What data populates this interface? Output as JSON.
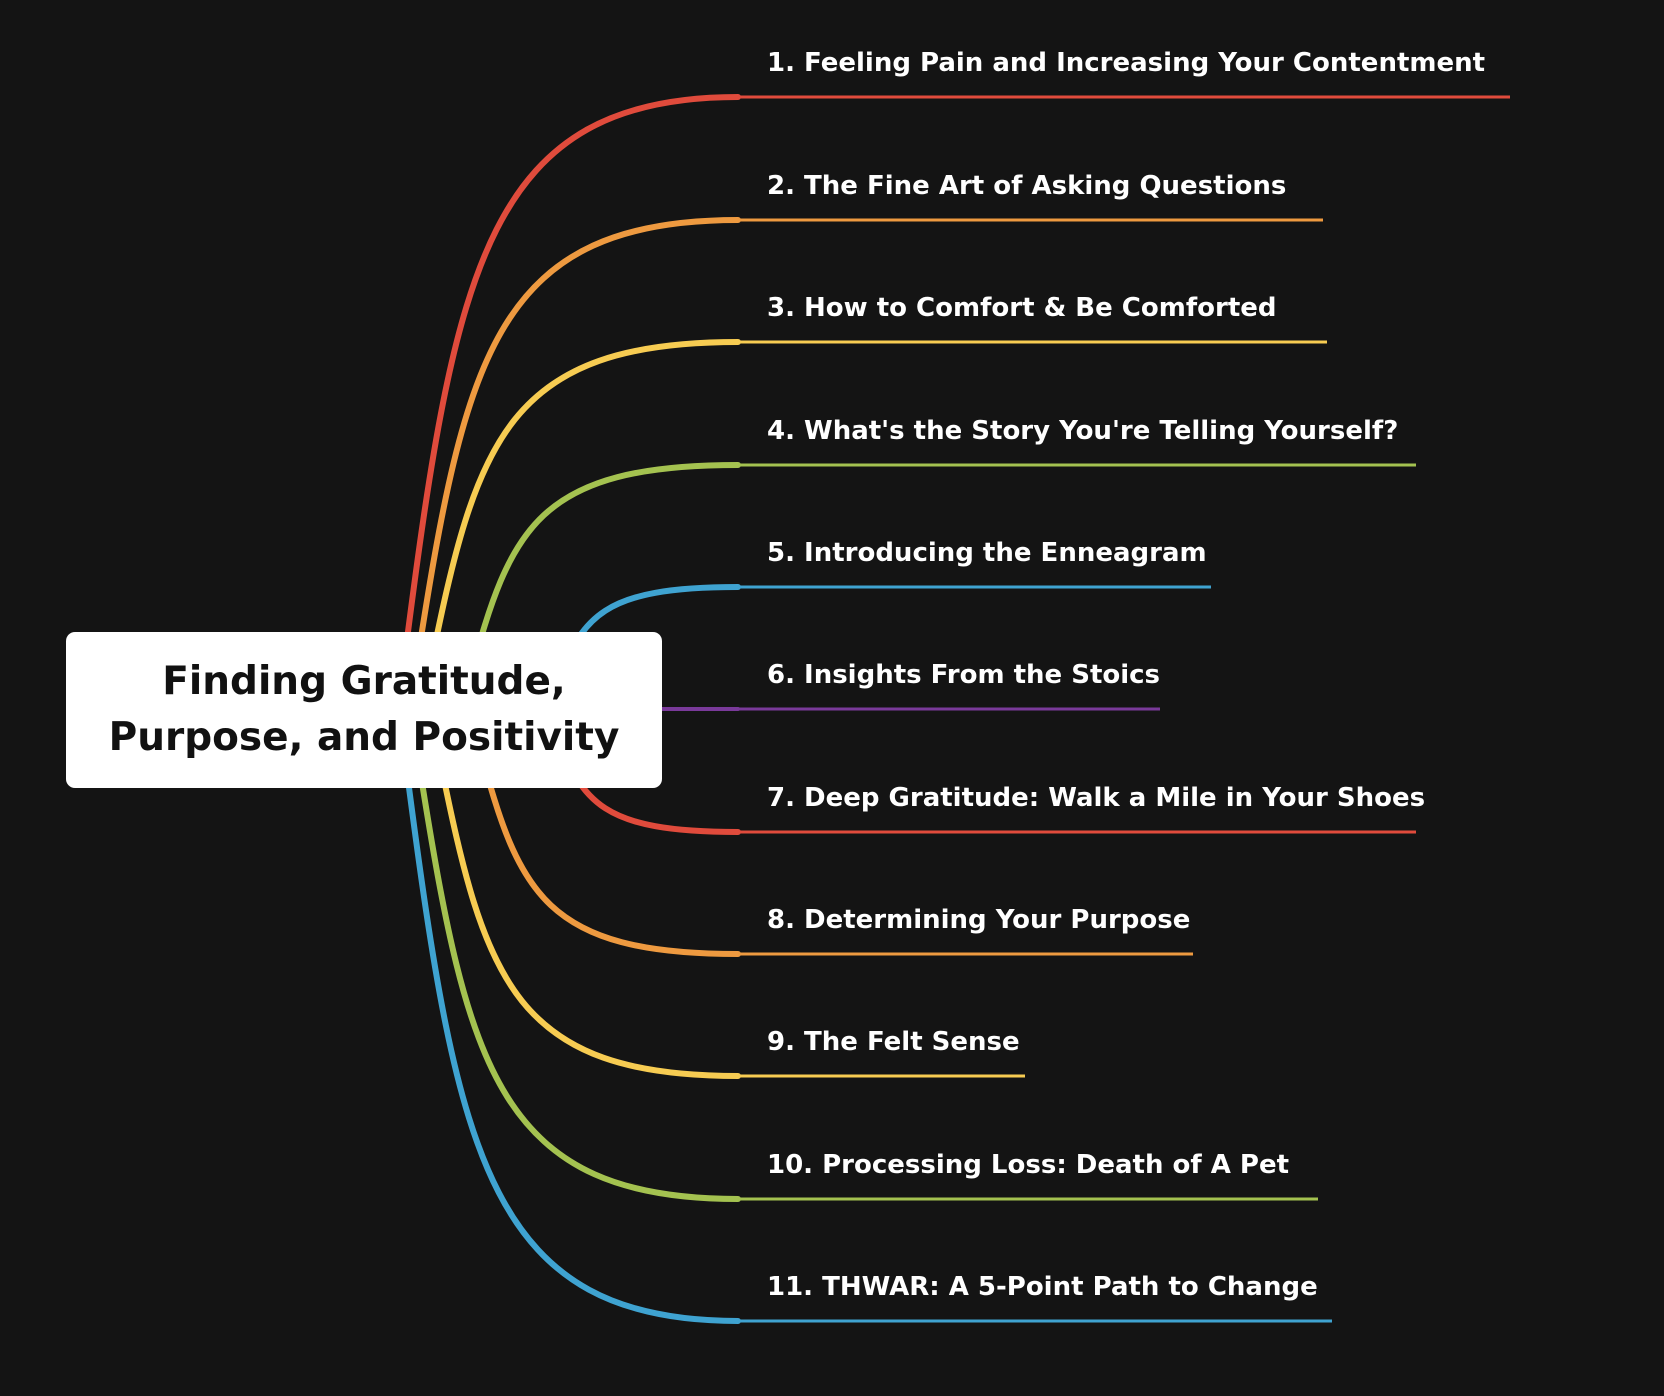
{
  "central_topic": {
    "title": "Finding Gratitude,\nPurpose, and Positivity"
  },
  "branches": [
    {
      "label": "1. Feeling Pain and Increasing Your Contentment",
      "color": "#e04b3c"
    },
    {
      "label": "2. The Fine Art of Asking Questions",
      "color": "#ee9a40"
    },
    {
      "label": "3. How to Comfort & Be Comforted",
      "color": "#f7cc52"
    },
    {
      "label": "4. What's the Story You're Telling Yourself?",
      "color": "#a4c250"
    },
    {
      "label": "5. Introducing the Enneagram",
      "color": "#3fa3d1"
    },
    {
      "label": "6. Insights From the Stoics",
      "color": "#7a3a9a"
    },
    {
      "label": "7. Deep Gratitude: Walk a Mile in Your Shoes",
      "color": "#e04b3c"
    },
    {
      "label": "8. Determining Your Purpose",
      "color": "#ee9a40"
    },
    {
      "label": "9. The Felt Sense",
      "color": "#f7cc52"
    },
    {
      "label": "10. Processing Loss: Death of A Pet",
      "color": "#a4c250"
    },
    {
      "label": "11. THWAR: A 5-Point Path to Change",
      "color": "#3fa3d1"
    }
  ]
}
